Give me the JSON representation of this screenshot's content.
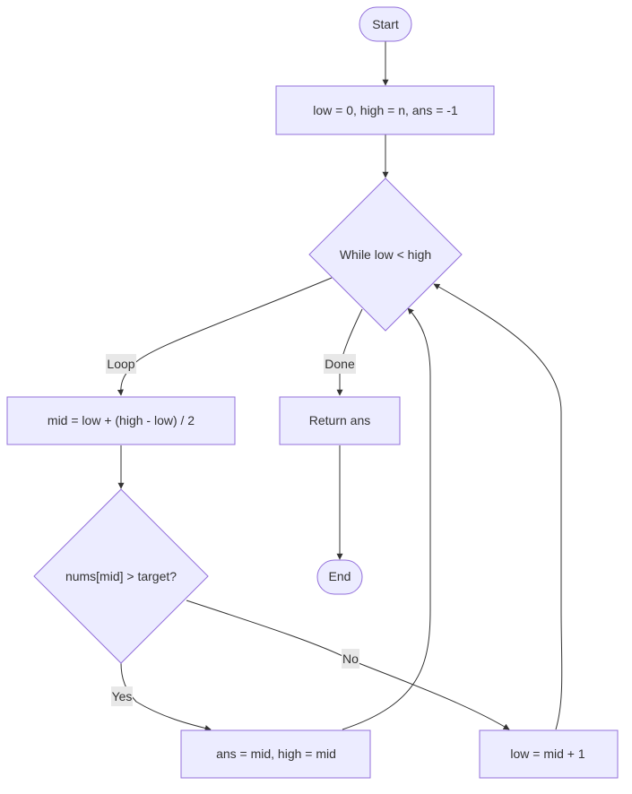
{
  "diagram": {
    "nodes": {
      "start": "Start",
      "init": "low = 0, high = n, ans = -1",
      "while_cond": "While low < high",
      "mid_calc": "mid = low + (high - low) / 2",
      "return_ans": "Return ans",
      "compare": "nums[mid] > target?",
      "end": "End",
      "set_ans": "ans = mid, high = mid",
      "move_low": "low = mid + 1"
    },
    "edge_labels": {
      "loop": "Loop",
      "done": "Done",
      "yes": "Yes",
      "no": "No"
    },
    "colors": {
      "node_fill": "#ececff",
      "node_stroke": "#9370db",
      "edge": "#333333",
      "label_bg": "#e8e8e8"
    }
  }
}
